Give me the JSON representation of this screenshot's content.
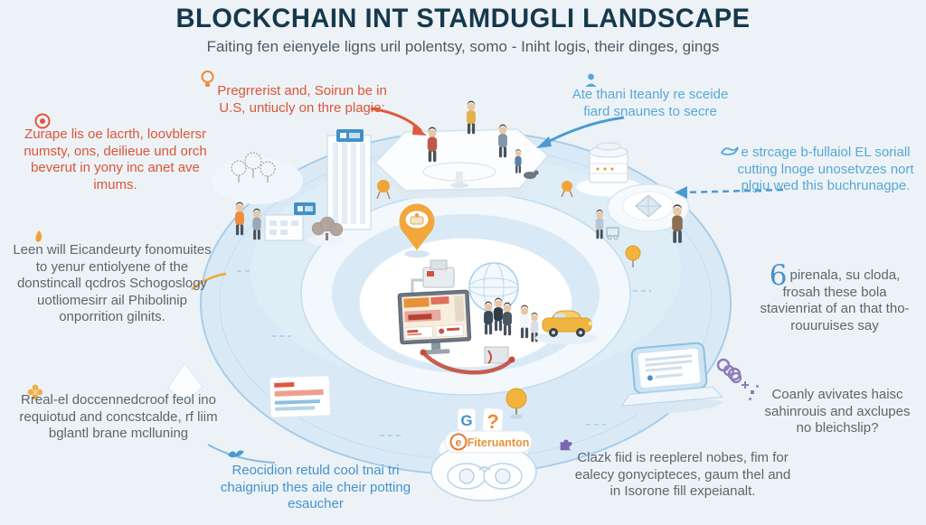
{
  "header": {
    "title": "BLOCKCHAIN INT STAMDUGLI LANDSCAPE",
    "subtitle": "Faiting fen eienyele ligns uril polentsy, somo - Iniht logis, their dinges, gings"
  },
  "colors": {
    "background": "#edf2f7",
    "title": "#16384c",
    "accent_red": "#dc5537",
    "accent_blue": "#4493cb",
    "accent_gray": "#5b6670",
    "accent_orange": "#f2a63c",
    "accent_purple": "#8d7cba",
    "landscape_fill": "#d9eaf6",
    "landscape_stroke": "#a8cde9"
  },
  "callouts": {
    "top_left": {
      "icon": "seal-icon",
      "text": "Zurape lis oe lacrth, loovblersr numsty, ons, deilieue und orch beverut in yony inc anet ave imums."
    },
    "mid_left": {
      "icon": "flame-icon",
      "text": "Leen will Eicandeurty fonomuites to yenur entiolyene of the donstincall qcdros Schogoslogy uotliomesirr ail Phibolinip onporrition gilnits."
    },
    "bottom_left": {
      "icon": "flower-icon",
      "text": "Rreal-el doccennedcroof feol ino requiotud and concstcalde, rf liim bglantl brane mclluning"
    },
    "top_center": {
      "icon": "balloon-icon",
      "text": "Pregrrerist and, Soirun be in U.S, untiucly on thre plagie:"
    },
    "top_right": {
      "icon": "person-icon",
      "text": "Ate thani Iteanly re sceide fiard snaunes to secre"
    },
    "right_upper": {
      "icon": "swan-icon",
      "text": "e strcage b-fullaiol EL soriall cutting lnoge unosetvzes nort plgju wed this buchrunagpe."
    },
    "right_mid": {
      "lead": "6",
      "text": "pirenala, su cloda, frosah these bola stavienriat of an that tho-rouuruises say"
    },
    "right_lower": {
      "icon": "chain-icon",
      "text": "Coanly avivates haisc sahinrouis and axclupes no bleichslip?"
    },
    "bottom_center_right": {
      "icon": "puzzle-icon",
      "text": "Clazk fiid is reeplerel nobes, fim for ealecy gonycipteces, gaum thel and in Isorone fill expeianalt."
    },
    "bottom_center_left": {
      "icon": "bird-icon",
      "text": "Reocidion retuld cool tnai tri chaigniup thes aile cheir potting esaucher"
    }
  },
  "illustration": {
    "badge_logo": "e",
    "badge_text": "Fiteruanton",
    "g_mark": "G",
    "question_mark": "?"
  }
}
